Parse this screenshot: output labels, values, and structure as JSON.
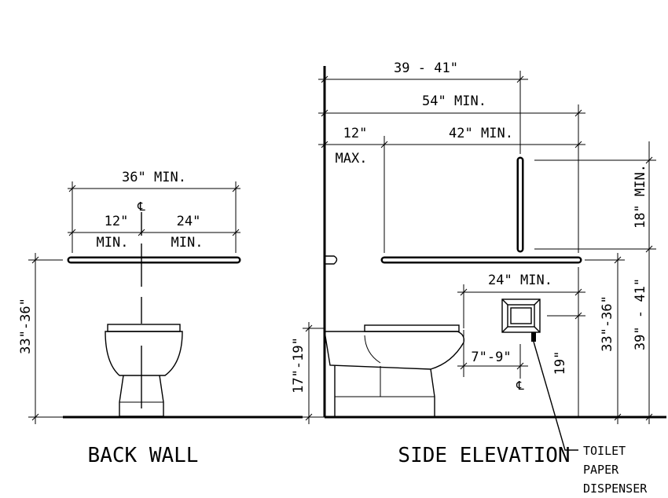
{
  "back_wall": {
    "title": "BACK WALL",
    "dim_overall": "36\" MIN.",
    "dim_left": "12\"",
    "dim_left_sub": "MIN.",
    "dim_right": "24\"",
    "dim_right_sub": "MIN.",
    "centerline_symbol": "℄",
    "height": "33\"-36\""
  },
  "side_elevation": {
    "title": "SIDE ELEVATION",
    "dim_top": "39 - 41\"",
    "dim_54": "54\" MIN.",
    "dim_12": "12\"",
    "dim_12_sub": "MAX.",
    "dim_42": "42\" MIN.",
    "dim_18": "18\" MIN.",
    "dim_24": "24\" MIN.",
    "dim_39_41": "39\" - 41\"",
    "dim_33_36": "33\"-36\"",
    "dim_19": "19\"",
    "dim_7_9": "7\"-9\"",
    "centerline_symbol": "℄",
    "seat_height": "17\"-19\"",
    "callout_line1": "TOILET",
    "callout_line2": "PAPER",
    "callout_line3": "DISPENSER"
  }
}
